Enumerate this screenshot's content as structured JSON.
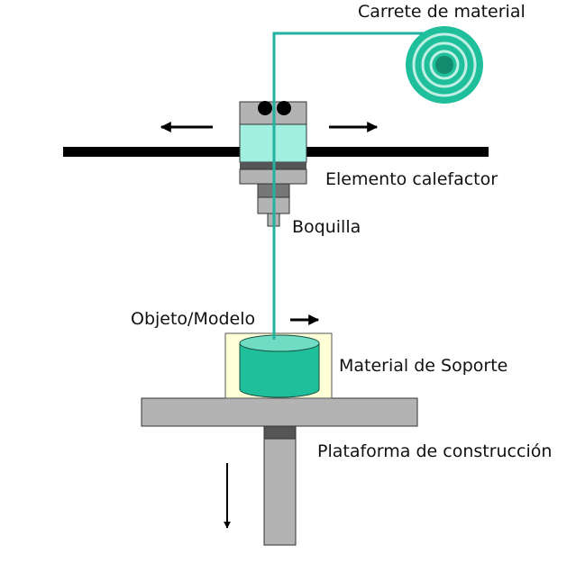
{
  "labels": {
    "spool": "Carrete de material",
    "heater": "Elemento calefactor",
    "nozzle": "Boquilla",
    "model": "Objeto/Modelo",
    "support": "Material de Soporte",
    "platform": "Plataforma de construcción"
  },
  "colors": {
    "filament": "#22b3a0",
    "spool": "#1fbf9b",
    "spool_rings": "#bff0e3",
    "heater_body": "#a0efe0",
    "metal": "#b3b3b3",
    "dark_metal": "#555555",
    "rail": "#000000",
    "model": "#1fbf9b",
    "model_top": "#6fdcc3",
    "support": "#ffffd8",
    "platform": "#b3b3b3"
  },
  "icons": {
    "rail_arrow_left": "arrow-left-icon",
    "rail_arrow_right": "arrow-right-icon",
    "model_arrow": "arrow-right-icon",
    "platform_arrow": "arrow-down-icon"
  }
}
